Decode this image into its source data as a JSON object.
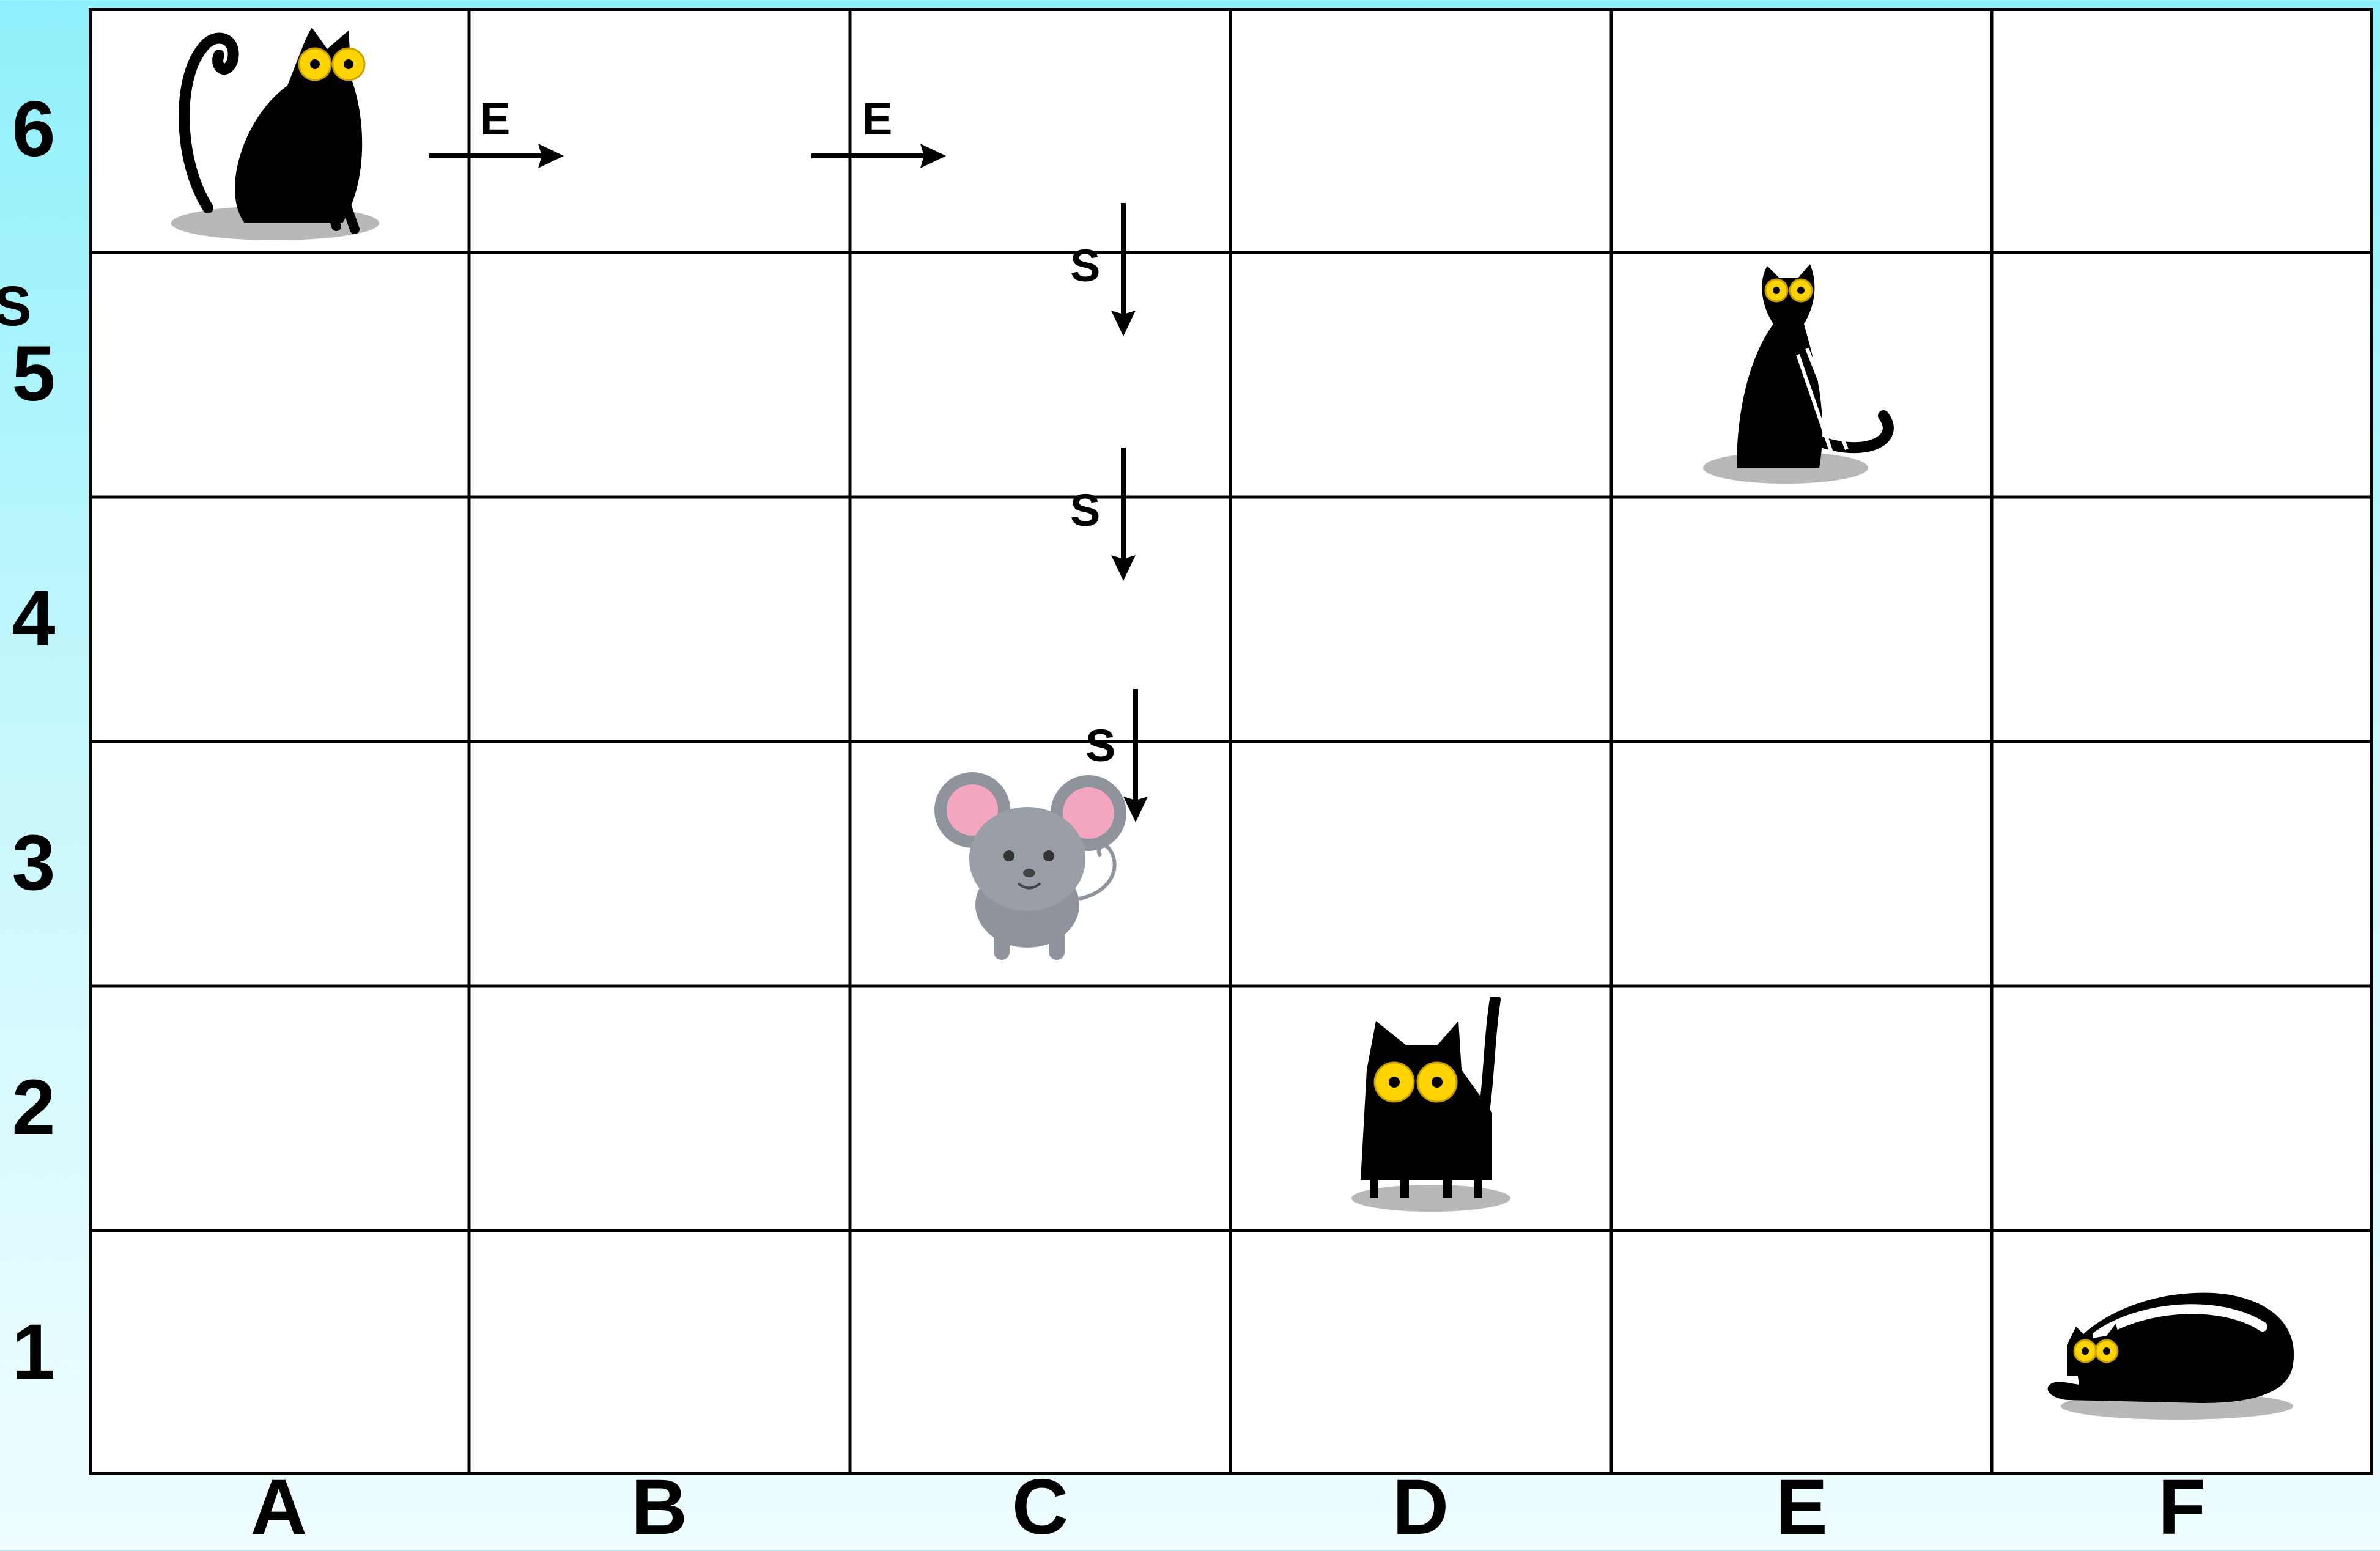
{
  "board": {
    "rows": [
      "6",
      "5",
      "4",
      "3",
      "2",
      "1"
    ],
    "columns": [
      "A",
      "B",
      "C",
      "D",
      "E",
      "F"
    ],
    "edge_label": "S"
  },
  "pieces": [
    {
      "name": "cat",
      "cell": "A6"
    },
    {
      "name": "cat",
      "cell": "E5"
    },
    {
      "name": "mouse",
      "cell": "C3"
    },
    {
      "name": "cat",
      "cell": "D2"
    },
    {
      "name": "cat",
      "cell": "F1"
    }
  ],
  "moves": [
    {
      "dir": "E",
      "label": "E"
    },
    {
      "dir": "E",
      "label": "E"
    },
    {
      "dir": "S",
      "label": "S"
    },
    {
      "dir": "S",
      "label": "S"
    },
    {
      "dir": "S",
      "label": "S"
    }
  ],
  "colors": {
    "background_top": "#8ff0fb",
    "background_bottom": "#effdff",
    "grid": "#000000",
    "cat_body": "#000000",
    "cat_eye": "#ffd400",
    "mouse_body": "#8f939b",
    "mouse_ear": "#f4a6c0"
  }
}
